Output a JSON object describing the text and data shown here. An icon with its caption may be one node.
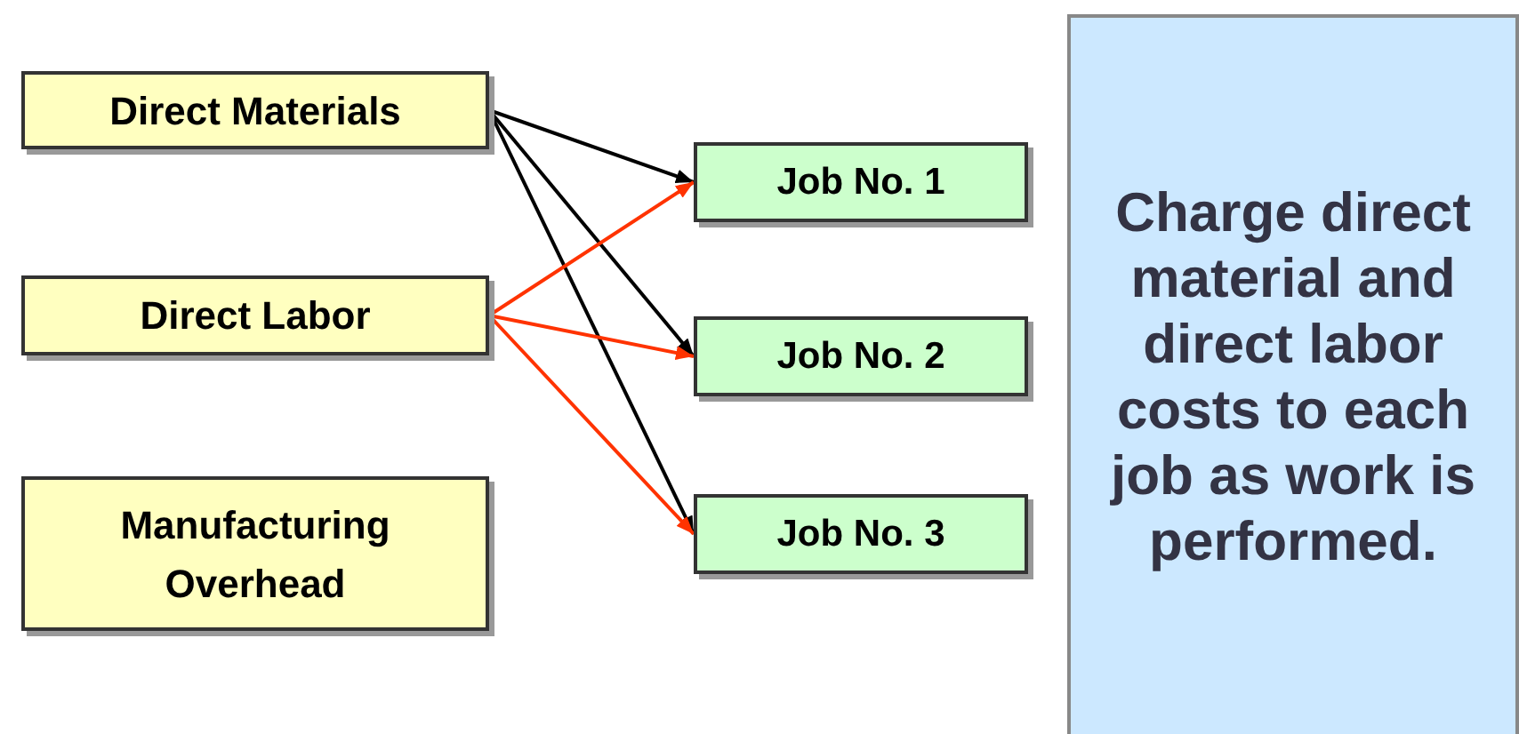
{
  "diagram": {
    "nodes": [
      {
        "text": [
          "Direct Materials"
        ]
      },
      {
        "text": [
          "Direct Labor"
        ]
      },
      {
        "text": [
          "Manufacturing Overhead"
        ]
      },
      {
        "text": [
          "Job No. 1"
        ]
      },
      {
        "text": [
          "Job No. 2"
        ]
      },
      {
        "text": [
          "Job No. 3"
        ]
      },
      {
        "text": [
          "Charge direct material and direct labor costs to each job as work is performed."
        ]
      }
    ],
    "edges": [
      {
        "from": 0,
        "to": 3,
        "arrow": "to"
      },
      {
        "from": 0,
        "to": 4,
        "arrow": "to"
      },
      {
        "from": 0,
        "to": 5,
        "arrow": "to"
      },
      {
        "from": 1,
        "to": 3,
        "arrow": "to",
        "color": "#ff3300"
      },
      {
        "from": 1,
        "to": 4,
        "arrow": "to",
        "color": "#ff3300"
      },
      {
        "from": 1,
        "to": 5,
        "arrow": "to",
        "color": "#ff3300"
      }
    ]
  }
}
